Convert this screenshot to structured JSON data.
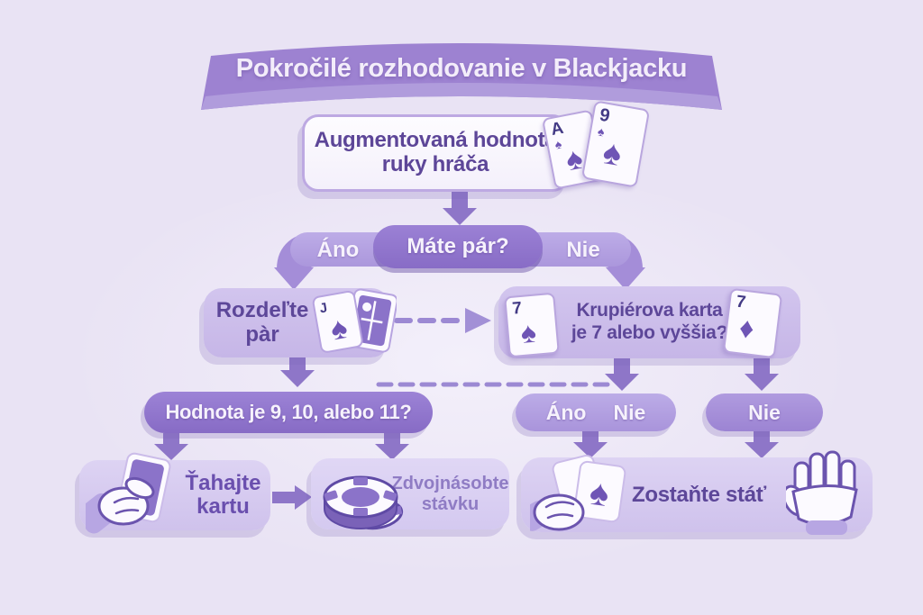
{
  "title": "Pokročilé rozhodovanie v Blackjacku",
  "colors": {
    "background": "#e9e3f4",
    "ribbon": "#9d82d1",
    "node_light": "#cbbcea",
    "node_lighter": "#d6cbf0",
    "pill_dark": "#8f73cb",
    "pill_light": "#b3a2e1",
    "arrow": "#8e76c8",
    "text_dark": "#5d4698",
    "text_light": "#f6f2fc",
    "suit": "#6f55b5"
  },
  "hand_value": {
    "line1": "Augmentovaná hodnota",
    "line2": "ruky hráča",
    "cards": [
      {
        "rank": "A",
        "suit": "♠"
      },
      {
        "rank": "9",
        "suit": "♠"
      }
    ]
  },
  "pair_question": {
    "yes": "Áno",
    "label": "Máte pár?",
    "no": "Nie"
  },
  "split": {
    "line1": "Rozdeľte",
    "line2": "pàr",
    "card": {
      "rank": "J",
      "suit": "♠"
    }
  },
  "dealer_question": {
    "line1": "Krupiérova karta",
    "line2": "je 7 alebo vyššia?",
    "card_left": {
      "rank": "7",
      "suit": "♠"
    },
    "card_right": {
      "rank": "7",
      "suit": "♦"
    }
  },
  "value_question": {
    "label": "Hodnota je 9, 10, alebo 11?"
  },
  "split_outcome": {
    "yes": "Áno",
    "no": "Nie"
  },
  "dealer_no": {
    "label": "Nie"
  },
  "hit": {
    "line1": "Ťahajte",
    "line2": "kartu"
  },
  "double": {
    "line1": "Zdvojnásobte",
    "line2": "stávku"
  },
  "stand": {
    "label": "Zostaňte stáť",
    "card_suit": "♠"
  }
}
